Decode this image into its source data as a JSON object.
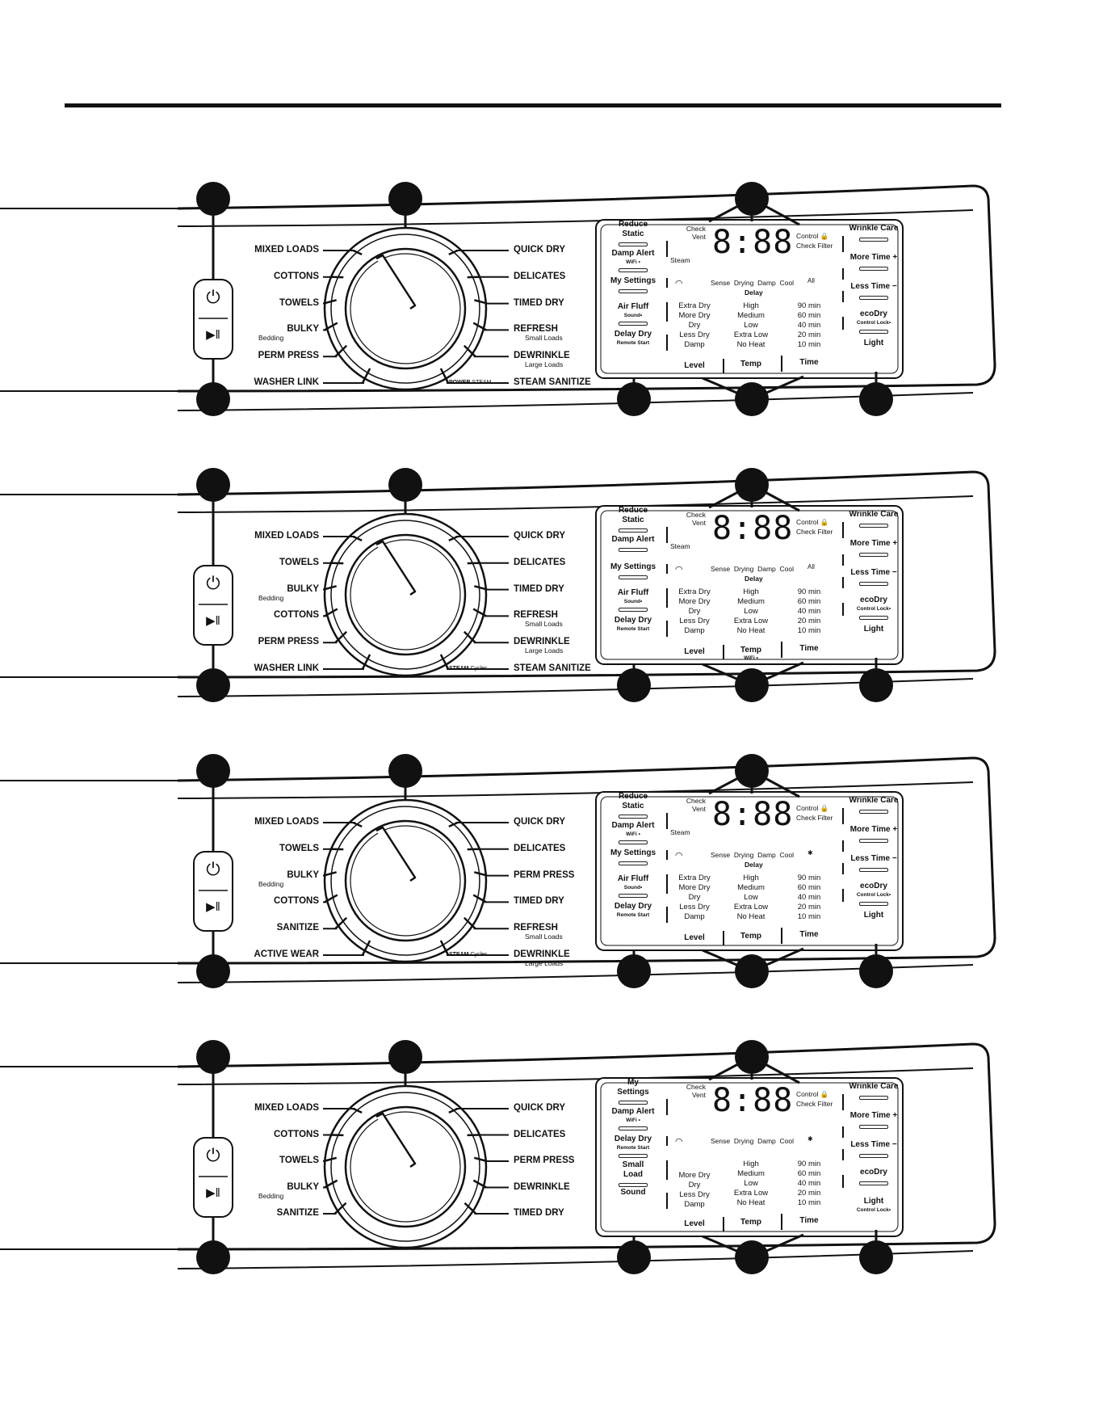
{
  "panels": [
    {
      "left_cycles": [
        {
          "label": "MIXED LOADS",
          "sub": ""
        },
        {
          "label": "COTTONS",
          "sub": ""
        },
        {
          "label": "TOWELS",
          "sub": ""
        },
        {
          "label": "BULKY",
          "sub": "Bedding"
        },
        {
          "label": "PERM PRESS",
          "sub": ""
        },
        {
          "label": "WASHER LINK",
          "sub": ""
        }
      ],
      "right_cycles": [
        {
          "label": "QUICK DRY",
          "sub": ""
        },
        {
          "label": "DELICATES",
          "sub": ""
        },
        {
          "label": "TIMED DRY",
          "sub": ""
        },
        {
          "label": "REFRESH",
          "sub": "Small Loads"
        },
        {
          "label": "DEWRINKLE",
          "sub": "Large Loads"
        },
        {
          "label": "STEAM SANITIZE",
          "sub": ""
        }
      ],
      "dial_caption_bold": "POWER",
      "dial_caption_rest": "STEAM",
      "left_buttons": [
        {
          "label": "Reduce\nStatic",
          "sub": ""
        },
        {
          "label": "Damp Alert",
          "sub": "WiFi •"
        },
        {
          "label": "My Settings",
          "sub": ""
        },
        {
          "label": "Air Fluff",
          "sub": "Sound•"
        },
        {
          "label": "Delay Dry",
          "sub": "Remote Start"
        }
      ],
      "right_buttons": [
        {
          "label": "Wrinkle Care"
        },
        {
          "label": "More Time +"
        },
        {
          "label": "Less Time −"
        },
        {
          "label": "ecoDry",
          "sub": "Control Lock•"
        },
        {
          "label": "Light"
        }
      ],
      "display": {
        "digits": "8:88",
        "check_vent": "Check\nVent",
        "steam": "Steam",
        "control_lock": "Control 🔒",
        "check_filter": "Check Filter",
        "status": "Sense  Drying  Damp  Cool",
        "delay": "Delay",
        "all_icon": "All",
        "level_options": [
          "Extra Dry",
          "More Dry",
          "Dry",
          "Less Dry",
          "Damp"
        ],
        "temp_options": [
          "High",
          "Medium",
          "Low",
          "Extra Low",
          "No Heat"
        ],
        "time_options": [
          "90 min",
          "60 min",
          "40 min",
          "20 min",
          "10 min"
        ],
        "level": "Level",
        "temp": "Temp",
        "time": "Time"
      }
    },
    {
      "left_cycles": [
        {
          "label": "MIXED LOADS",
          "sub": ""
        },
        {
          "label": "TOWELS",
          "sub": ""
        },
        {
          "label": "BULKY",
          "sub": "Bedding"
        },
        {
          "label": "COTTONS",
          "sub": ""
        },
        {
          "label": "PERM PRESS",
          "sub": ""
        },
        {
          "label": "WASHER LINK",
          "sub": ""
        }
      ],
      "right_cycles": [
        {
          "label": "QUICK DRY",
          "sub": ""
        },
        {
          "label": "DELICATES",
          "sub": ""
        },
        {
          "label": "TIMED DRY",
          "sub": ""
        },
        {
          "label": "REFRESH",
          "sub": "Small Loads"
        },
        {
          "label": "DEWRINKLE",
          "sub": "Large Loads"
        },
        {
          "label": "STEAM SANITIZE",
          "sub": ""
        }
      ],
      "dial_caption_bold": "STEAM",
      "dial_caption_rest": "Cycles",
      "left_buttons": [
        {
          "label": "Reduce\nStatic",
          "sub": ""
        },
        {
          "label": "Damp Alert",
          "sub": ""
        },
        {
          "label": "My Settings",
          "sub": ""
        },
        {
          "label": "Air Fluff",
          "sub": "Sound•"
        },
        {
          "label": "Delay Dry",
          "sub": "Remote Start"
        }
      ],
      "right_buttons": [
        {
          "label": "Wrinkle Care"
        },
        {
          "label": "More Time +"
        },
        {
          "label": "Less Time −"
        },
        {
          "label": "ecoDry",
          "sub": "Control Lock•"
        },
        {
          "label": "Light"
        }
      ],
      "display": {
        "digits": "8:88",
        "check_vent": "Check\nVent",
        "steam": "Steam",
        "control_lock": "Control 🔒",
        "check_filter": "Check Filter",
        "status": "Sense  Drying  Damp  Cool",
        "delay": "Delay",
        "all_icon": "All",
        "level_options": [
          "Extra Dry",
          "More Dry",
          "Dry",
          "Less Dry",
          "Damp"
        ],
        "temp_options": [
          "High",
          "Medium",
          "Low",
          "Extra Low",
          "No Heat"
        ],
        "time_options": [
          "90 min",
          "60 min",
          "40 min",
          "20 min",
          "10 min"
        ],
        "level": "Level",
        "temp": "Temp",
        "time": "Time",
        "temp_sub": "WiFi •"
      }
    },
    {
      "left_cycles": [
        {
          "label": "MIXED LOADS",
          "sub": ""
        },
        {
          "label": "TOWELS",
          "sub": ""
        },
        {
          "label": "BULKY",
          "sub": "Bedding"
        },
        {
          "label": "COTTONS",
          "sub": ""
        },
        {
          "label": "SANITIZE",
          "sub": ""
        },
        {
          "label": "ACTIVE WEAR",
          "sub": ""
        }
      ],
      "right_cycles": [
        {
          "label": "QUICK DRY",
          "sub": ""
        },
        {
          "label": "DELICATES",
          "sub": ""
        },
        {
          "label": "PERM PRESS",
          "sub": ""
        },
        {
          "label": "TIMED DRY",
          "sub": ""
        },
        {
          "label": "REFRESH",
          "sub": "Small Loads"
        },
        {
          "label": "DEWRINKLE",
          "sub": "Large Loads"
        }
      ],
      "dial_caption_bold": "STEAM",
      "dial_caption_rest": "Cycles",
      "left_buttons": [
        {
          "label": "Reduce\nStatic",
          "sub": ""
        },
        {
          "label": "Damp Alert",
          "sub": "WiFi •"
        },
        {
          "label": "My Settings",
          "sub": ""
        },
        {
          "label": "Air Fluff",
          "sub": "Sound•"
        },
        {
          "label": "Delay Dry",
          "sub": "Remote Start"
        }
      ],
      "right_buttons": [
        {
          "label": "Wrinkle Care"
        },
        {
          "label": "More Time +"
        },
        {
          "label": "Less Time −"
        },
        {
          "label": "ecoDry",
          "sub": "Control Lock•"
        },
        {
          "label": "Light"
        }
      ],
      "display": {
        "digits": "8:88",
        "check_vent": "Check\nVent",
        "steam": "Steam",
        "control_lock": "Control 🔒",
        "check_filter": "Check Filter",
        "status": "Sense  Drying  Damp  Cool",
        "delay": "Delay",
        "all_icon": "✱",
        "level_options": [
          "Extra Dry",
          "More Dry",
          "Dry",
          "Less Dry",
          "Damp"
        ],
        "temp_options": [
          "High",
          "Medium",
          "Low",
          "Extra Low",
          "No Heat"
        ],
        "time_options": [
          "90 min",
          "60 min",
          "40 min",
          "20 min",
          "10 min"
        ],
        "level": "Level",
        "temp": "Temp",
        "time": "Time"
      }
    },
    {
      "left_cycles": [
        {
          "label": "MIXED LOADS",
          "sub": ""
        },
        {
          "label": "COTTONS",
          "sub": ""
        },
        {
          "label": "TOWELS",
          "sub": ""
        },
        {
          "label": "BULKY",
          "sub": "Bedding"
        },
        {
          "label": "SANITIZE",
          "sub": ""
        }
      ],
      "right_cycles": [
        {
          "label": "QUICK DRY",
          "sub": ""
        },
        {
          "label": "DELICATES",
          "sub": ""
        },
        {
          "label": "PERM PRESS",
          "sub": ""
        },
        {
          "label": "DEWRINKLE",
          "sub": ""
        },
        {
          "label": "TIMED DRY",
          "sub": ""
        }
      ],
      "dial_caption_bold": "",
      "dial_caption_rest": "",
      "left_buttons": [
        {
          "label": "My\nSettings",
          "sub": ""
        },
        {
          "label": "Damp Alert",
          "sub": "WiFi •"
        },
        {
          "label": "Delay Dry",
          "sub": "Remote Start"
        },
        {
          "label": "Small\nLoad",
          "sub": ""
        },
        {
          "label": "Sound",
          "sub": ""
        }
      ],
      "right_buttons": [
        {
          "label": "Wrinkle Care"
        },
        {
          "label": "More Time +"
        },
        {
          "label": "Less Time −"
        },
        {
          "label": "ecoDry"
        },
        {
          "label": "Light",
          "sub": "Control Lock•"
        }
      ],
      "display": {
        "digits": "8:88",
        "check_vent": "Check\nVent",
        "steam": "",
        "control_lock": "Control 🔒",
        "check_filter": "Check Filter",
        "status": "Sense  Drying  Damp  Cool",
        "delay": "",
        "all_icon": "✱",
        "level_options": [
          "More Dry",
          "Dry",
          "Less Dry",
          "Damp"
        ],
        "temp_options": [
          "High",
          "Medium",
          "Low",
          "Extra Low",
          "No Heat"
        ],
        "time_options": [
          "90 min",
          "60 min",
          "40 min",
          "20 min",
          "10 min"
        ],
        "level": "Level",
        "temp": "Temp",
        "time": "Time"
      }
    }
  ]
}
